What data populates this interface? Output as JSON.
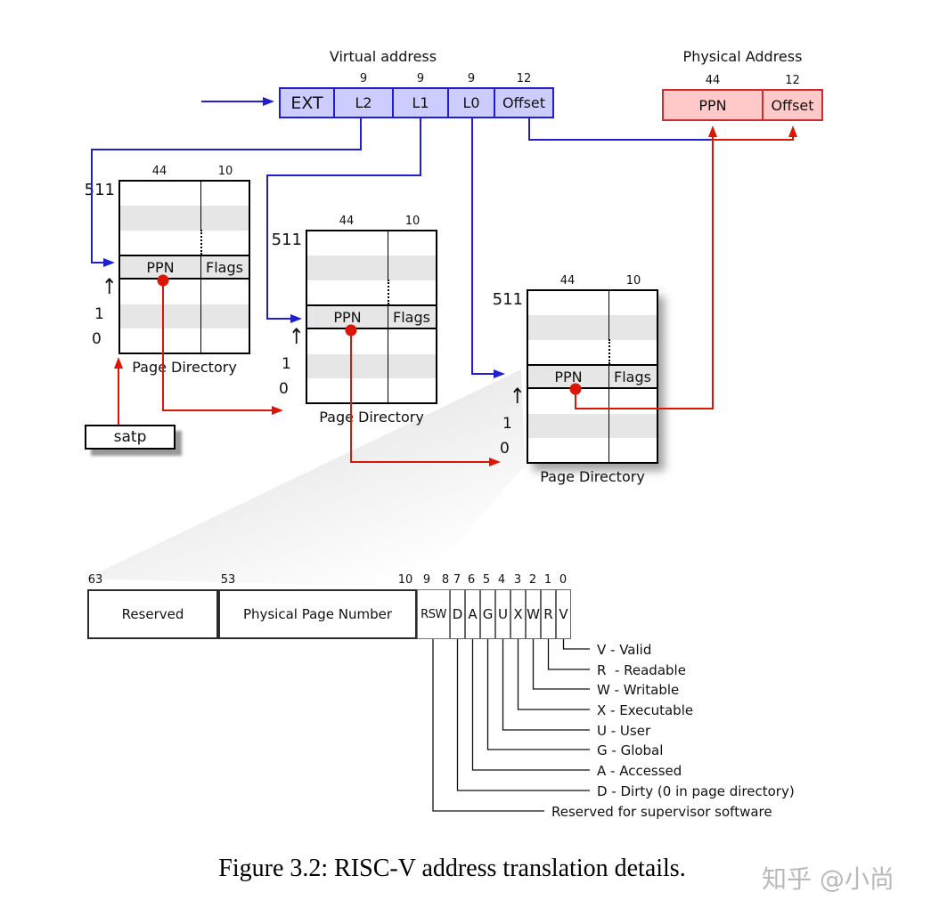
{
  "colors": {
    "blue_line": "#1f1fd0",
    "blue_fill": "#ccccff",
    "red_line": "#dd1507",
    "red_fill": "#ffc9c9",
    "stripe_gray": "#e6e6e6",
    "wedge_gray": "#d8d8d8",
    "watermark_gray": "#b9b9b9"
  },
  "virtual_address": {
    "title": "Virtual address",
    "fields": [
      {
        "label": "EXT",
        "bits": ""
      },
      {
        "label": "L2",
        "bits": "9"
      },
      {
        "label": "L1",
        "bits": "9"
      },
      {
        "label": "L0",
        "bits": "9"
      },
      {
        "label": "Offset",
        "bits": "12"
      }
    ]
  },
  "physical_address": {
    "title": "Physical Address",
    "fields": [
      {
        "label": "PPN",
        "bits": "44"
      },
      {
        "label": "Offset",
        "bits": "12"
      }
    ]
  },
  "satp": {
    "label": "satp"
  },
  "page_directories": [
    {
      "caption": "Page Directory",
      "top_index": "511",
      "index_1": "1",
      "index_0": "0",
      "up_arrow": "↑",
      "col_bits": [
        "44",
        "10"
      ],
      "entry": {
        "ppn": "PPN",
        "flags": "Flags"
      }
    },
    {
      "caption": "Page Directory",
      "top_index": "511",
      "index_1": "1",
      "index_0": "0",
      "up_arrow": "↑",
      "col_bits": [
        "44",
        "10"
      ],
      "entry": {
        "ppn": "PPN",
        "flags": "Flags"
      }
    },
    {
      "caption": "Page Directory",
      "top_index": "511",
      "index_1": "1",
      "index_0": "0",
      "up_arrow": "↑",
      "col_bits": [
        "44",
        "10"
      ],
      "entry": {
        "ppn": "PPN",
        "flags": "Flags"
      }
    }
  ],
  "pte": {
    "ticks": [
      "63",
      "53",
      "10",
      "9",
      "8",
      "7",
      "6",
      "5",
      "4",
      "3",
      "2",
      "1",
      "0"
    ],
    "fields": [
      {
        "label": "Reserved"
      },
      {
        "label": "Physical Page Number"
      },
      {
        "label": "RSW"
      },
      {
        "label": "D"
      },
      {
        "label": "A"
      },
      {
        "label": "G"
      },
      {
        "label": "U"
      },
      {
        "label": "X"
      },
      {
        "label": "W"
      },
      {
        "label": "R"
      },
      {
        "label": "V"
      }
    ]
  },
  "legend": [
    {
      "text": "V - Valid"
    },
    {
      "text": "R  - Readable"
    },
    {
      "text": "W - Writable"
    },
    {
      "text": "X - Executable"
    },
    {
      "text": "U - User"
    },
    {
      "text": "G - Global"
    },
    {
      "text": "A - Accessed"
    },
    {
      "text": "D - Dirty (0 in page directory)"
    },
    {
      "text": "Reserved for supervisor software"
    }
  ],
  "caption": "Figure 3.2: RISC-V address translation details.",
  "watermark": "知乎 @小尚"
}
